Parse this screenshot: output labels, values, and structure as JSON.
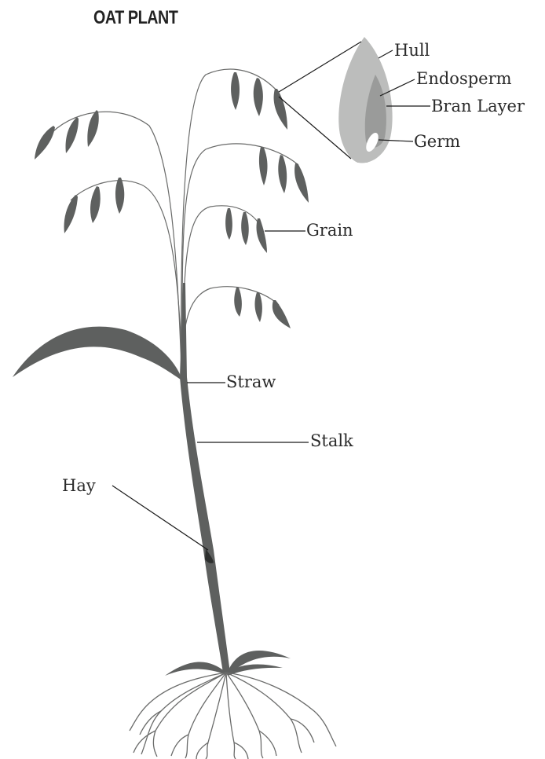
{
  "title": "OAT PLANT",
  "labels": {
    "hull": "Hull",
    "endosperm": "Endosperm",
    "bran_layer": "Bran Layer",
    "germ": "Germ",
    "grain": "Grain",
    "straw": "Straw",
    "stalk": "Stalk",
    "hay": "Hay"
  },
  "colors": {
    "plant": "#5e605f",
    "plant_dark": "#3f4140",
    "hull": "#bcbdbc",
    "endosperm": "#9a9b9a",
    "germ": "#ffffff",
    "leader": "#1a1a1a",
    "text": "#2a2a2a"
  }
}
